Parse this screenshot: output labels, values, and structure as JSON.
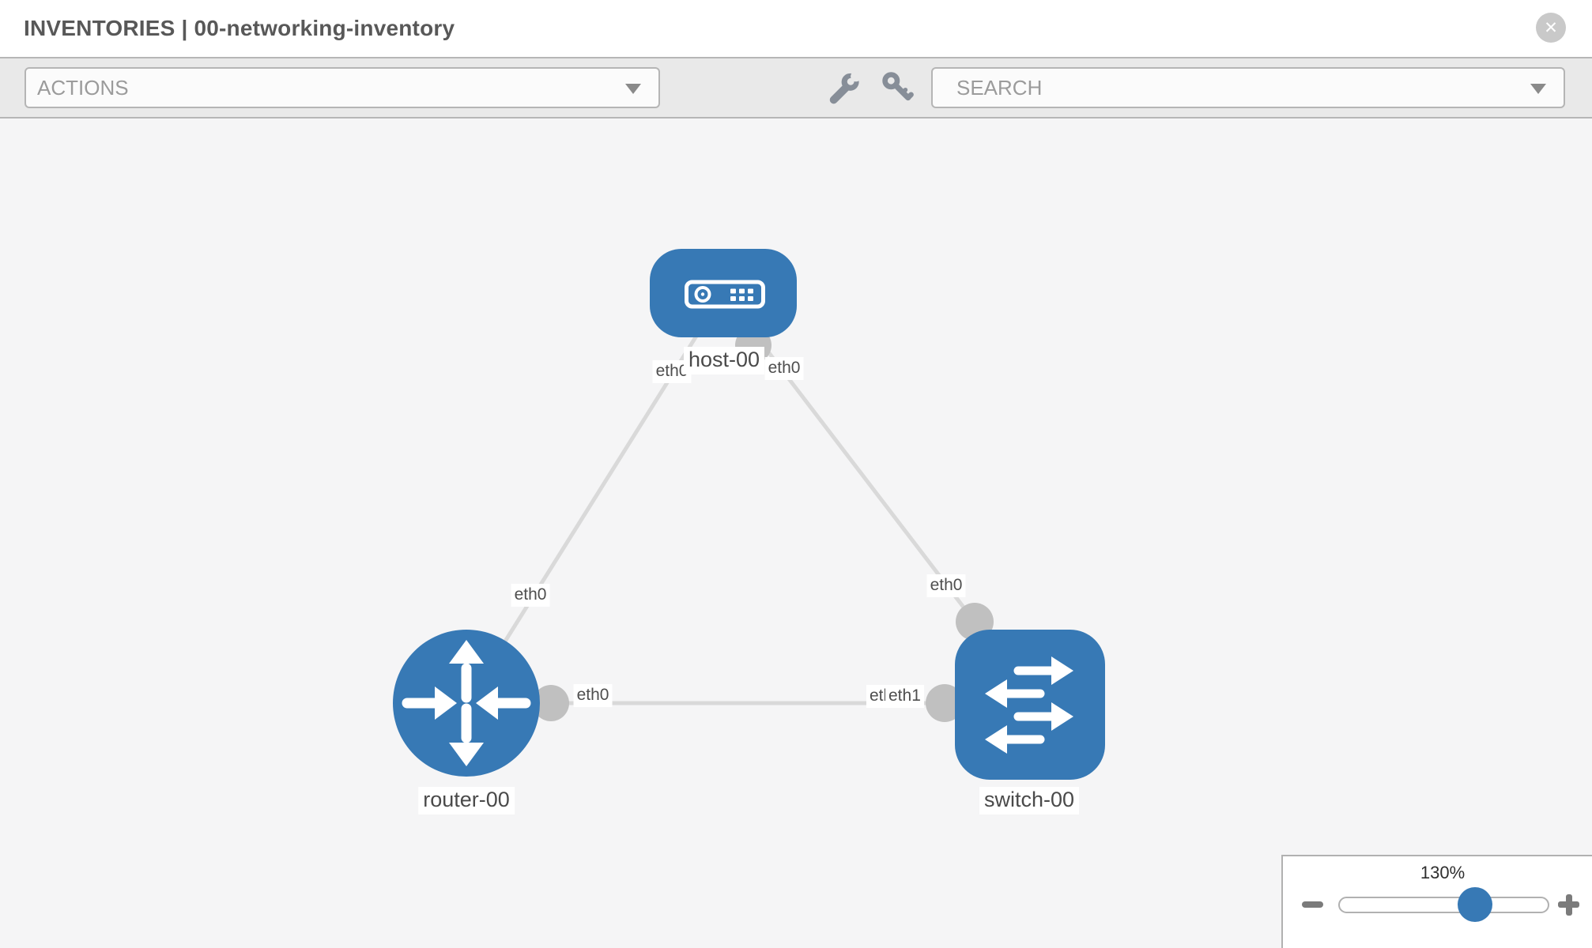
{
  "header": {
    "title": "INVENTORIES | 00-networking-inventory",
    "close_icon": "✕"
  },
  "toolbar": {
    "actions_label": "ACTIONS",
    "search_label": "SEARCH",
    "icons": [
      "wrench-icon",
      "key-icon"
    ]
  },
  "colors": {
    "node_blue": "#3779b5",
    "link_gray": "#d9d9d9",
    "connector_gray": "#c0c0c0",
    "canvas_bg": "#f5f5f6"
  },
  "topology": {
    "nodes": [
      {
        "id": "host-00",
        "type": "host",
        "label": "host-00"
      },
      {
        "id": "router-00",
        "type": "router",
        "label": "router-00"
      },
      {
        "id": "switch-00",
        "type": "switch",
        "label": "switch-00"
      }
    ],
    "node_labels": {
      "host": "host-00",
      "router": "router-00",
      "switch": "switch-00"
    },
    "links": [
      {
        "from": "host-00",
        "to": "router-00",
        "from_interface": "eth0",
        "to_interface": "eth0"
      },
      {
        "from": "host-00",
        "to": "switch-00",
        "from_interface": "eth0",
        "to_interface": "eth0"
      },
      {
        "from": "router-00",
        "to": "switch-00",
        "from_interface": "eth0",
        "to_interface": "eth1"
      }
    ],
    "iface_labels": {
      "host_left": "eth0",
      "host_right": "eth0",
      "router_top": "eth0",
      "router_right": "eth0",
      "switch_top": "eth0",
      "switch_left_back": "eth0",
      "switch_left_front": "eth1"
    }
  },
  "zoom_control": {
    "value": "130%"
  }
}
